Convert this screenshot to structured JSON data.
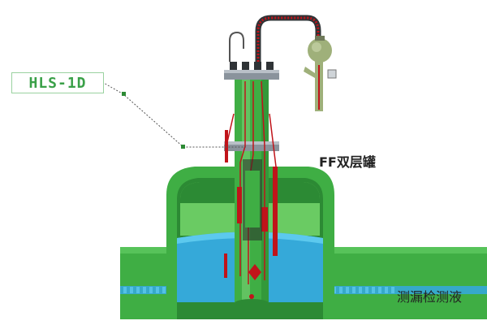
{
  "labels": {
    "model": "HLS-1D",
    "tank": "FF双层罐",
    "liquid": "测漏检测液"
  },
  "colors": {
    "green": "#3fae44",
    "green_dark": "#2c8a34",
    "liquid_blue": "#35a9d9",
    "cable_red": "#c0141a",
    "label_green": "#3aa048"
  }
}
